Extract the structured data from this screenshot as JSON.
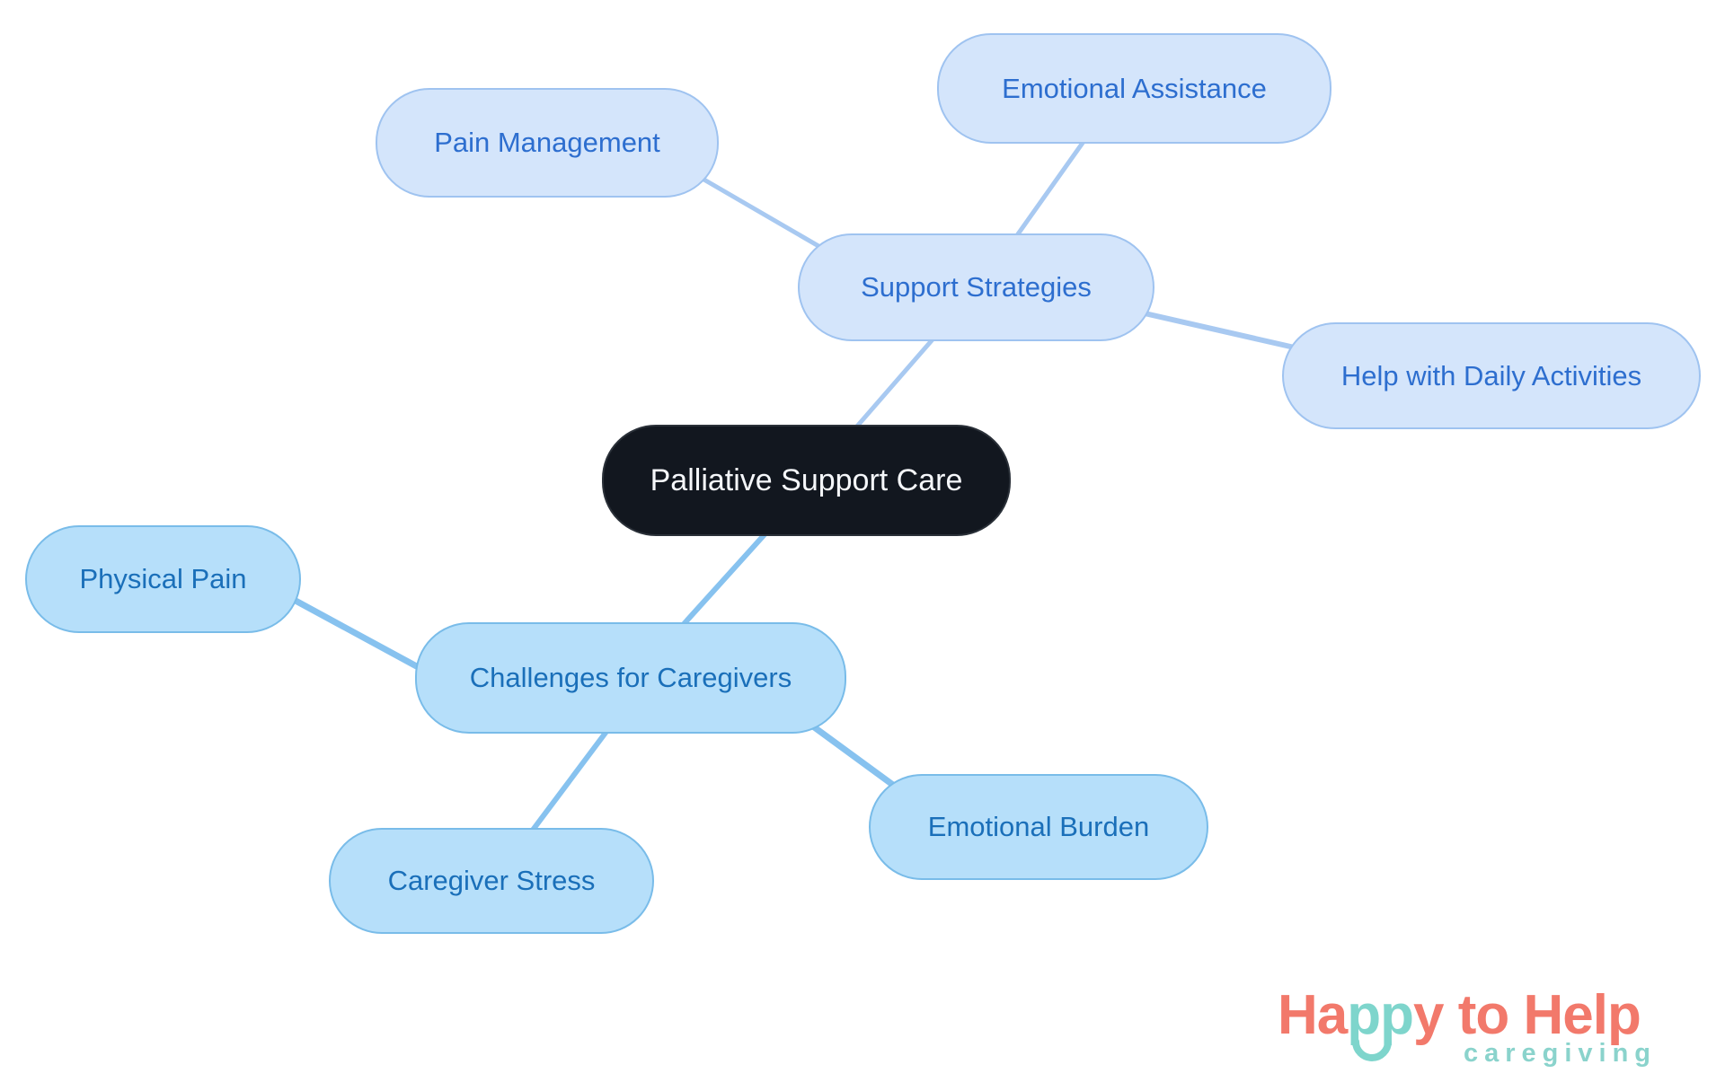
{
  "diagram": {
    "type": "mindmap",
    "root": {
      "label": "Palliative Support Care"
    },
    "branches": [
      {
        "label": "Support Strategies",
        "children": [
          {
            "label": "Pain Management"
          },
          {
            "label": "Emotional Assistance"
          },
          {
            "label": "Help with Daily Activities"
          }
        ]
      },
      {
        "label": "Challenges for Caregivers",
        "children": [
          {
            "label": "Physical Pain"
          },
          {
            "label": "Caregiver Stress"
          },
          {
            "label": "Emotional Burden"
          }
        ]
      }
    ],
    "colors": {
      "root_fill": "#12171f",
      "root_text": "#f5f7fa",
      "top_branch_fill": "#d4e5fb",
      "top_branch_border": "#9fc3f0",
      "top_branch_text": "#2d6ecf",
      "top_branch_line": "#a8c9f1",
      "bottom_branch_fill": "#b6dffa",
      "bottom_branch_border": "#79bce9",
      "bottom_branch_text": "#1a6fb9",
      "bottom_branch_line": "#87c2ef"
    }
  },
  "logo": {
    "wordmark": [
      "Ha",
      "pp",
      "y",
      " to Help"
    ],
    "tagline": "caregiving",
    "coral": "#f2796b",
    "teal": "#7ed5cc"
  }
}
